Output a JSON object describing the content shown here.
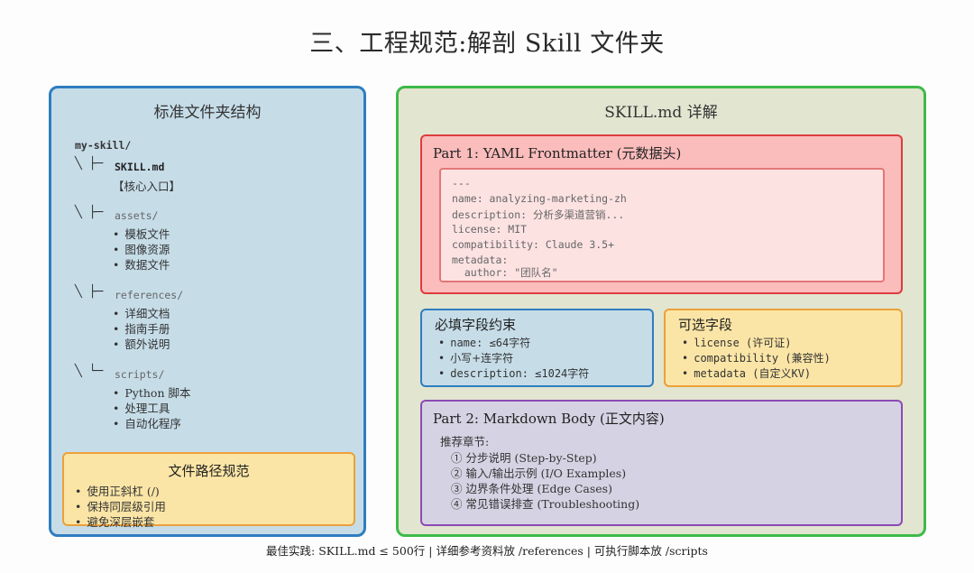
{
  "title": "三、工程规范:解剖 Skill 文件夹",
  "left": {
    "heading": "标准文件夹结构",
    "root": "my-skill/",
    "entries": [
      {
        "branch": "╲ ├─",
        "name": "SKILL.md",
        "note": "【核心入口】"
      },
      {
        "branch": "╲ ├─",
        "name": "assets/",
        "items": [
          "模板文件",
          "图像资源",
          "数据文件"
        ]
      },
      {
        "branch": "╲ ├─",
        "name": "references/",
        "items": [
          "详细文档",
          "指南手册",
          "额外说明"
        ]
      },
      {
        "branch": "╲ └─",
        "name": "scripts/",
        "items": [
          "Python 脚本",
          "处理工具",
          "自动化程序"
        ]
      }
    ],
    "path_box": {
      "title": "文件路径规范",
      "items": [
        "使用正斜杠 (/)",
        "保持同层级引用",
        "避免深层嵌套"
      ]
    }
  },
  "right": {
    "heading": "SKILL.md 详解",
    "part1": {
      "title": "Part 1: YAML Frontmatter (元数据头)",
      "yaml": [
        "---",
        "name: analyzing-marketing-zh",
        "description: 分析多渠道营销...",
        "license: MIT",
        "compatibility: Claude 3.5+",
        "metadata:",
        "  author: \"团队名\""
      ]
    },
    "required": {
      "title": "必填字段约束",
      "items": [
        "name: ≤64字符",
        "小写+连字符",
        "description: ≤1024字符"
      ]
    },
    "optional": {
      "title": "可选字段",
      "items": [
        "license (许可证)",
        "compatibility (兼容性)",
        "metadata (自定义KV)"
      ]
    },
    "part2": {
      "title": "Part 2: Markdown Body (正文内容)",
      "label": "推荐章节:",
      "steps": [
        "① 分步说明 (Step-by-Step)",
        "② 输入/输出示例 (I/O Examples)",
        "③ 边界条件处理 (Edge Cases)",
        "④ 常见错误排查 (Troubleshooting)"
      ]
    }
  },
  "footer": "最佳实践: SKILL.md ≤ 500行 | 详细参考资料放 /references | 可执行脚本放 /scripts"
}
